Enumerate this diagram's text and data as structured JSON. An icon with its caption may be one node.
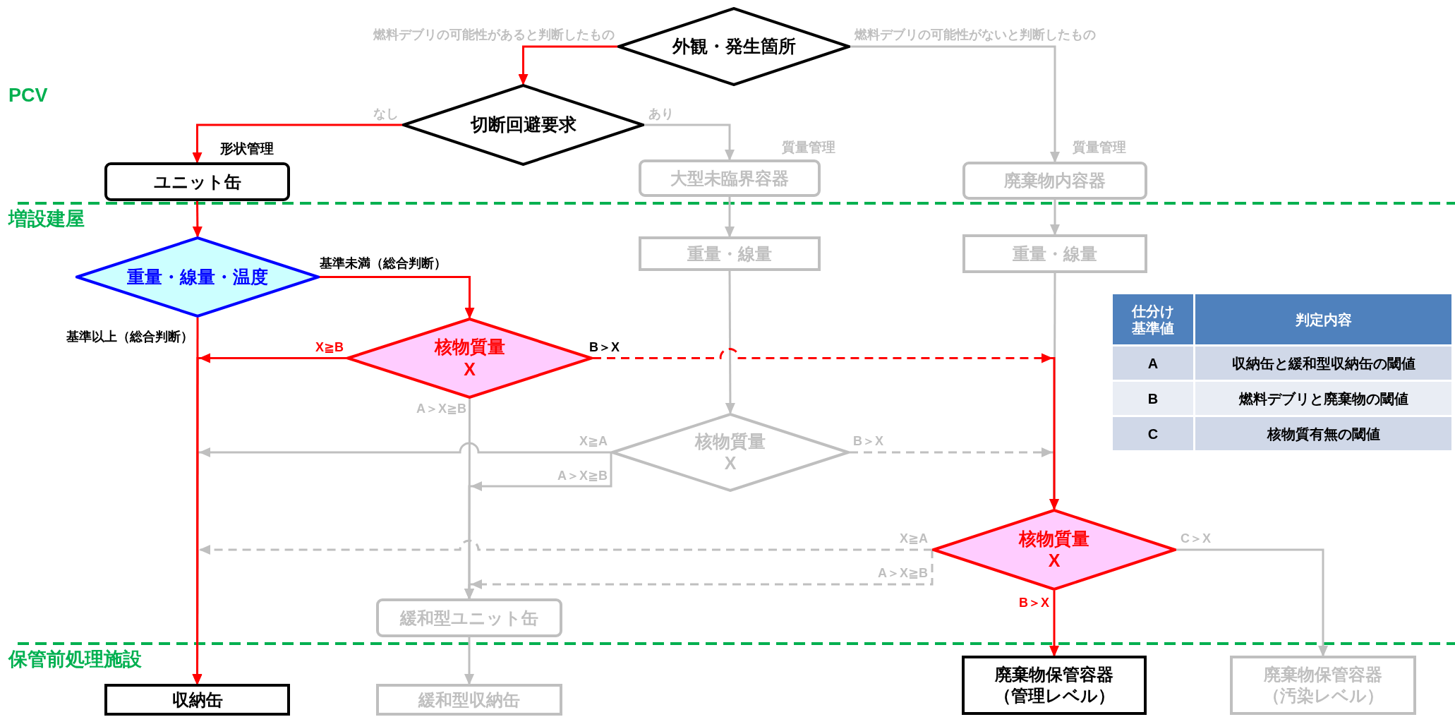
{
  "diagram": {
    "nodes": [
      {
        "text": [
          "外観・発生箇所"
        ]
      },
      {
        "text": [
          "切断回避要求"
        ]
      },
      {
        "text": [
          "ユニット缶"
        ],
        "beside": [
          "形状管理"
        ]
      },
      {
        "text": [
          "大型未臨界容器"
        ],
        "beside": [
          "質量管理"
        ]
      },
      {
        "text": [
          "廃棄物内容器"
        ],
        "beside": [
          "質量管理"
        ]
      },
      {
        "text": [
          "重量・線量・温度"
        ]
      },
      {
        "text": [
          "重量・線量"
        ]
      },
      {
        "text": [
          "重量・線量"
        ]
      },
      {
        "text": [
          "核物質量",
          "X"
        ]
      },
      {
        "text": [
          "核物質量",
          "X"
        ]
      },
      {
        "text": [
          "核物質量",
          "X"
        ]
      },
      {
        "text": [
          "緩和型ユニット缶"
        ]
      },
      {
        "text": [
          "収納缶"
        ]
      },
      {
        "text": [
          "緩和型収納缶"
        ]
      },
      {
        "text": [
          "廃棄物保管容器",
          "（管理レベル）"
        ]
      },
      {
        "text": [
          "廃棄物保管容器",
          "（汚染レベル）"
        ]
      }
    ],
    "edges": [
      {
        "from": 0,
        "to": 1,
        "arrow": "to",
        "label": "燃料デブリの可能性があると判断したもの",
        "color": "#ff0000"
      },
      {
        "from": 0,
        "to": 4,
        "arrow": "to",
        "label": "燃料デブリの可能性がないと判断したもの"
      },
      {
        "from": 1,
        "to": 2,
        "arrow": "to",
        "label": "なし",
        "color": "#ff0000"
      },
      {
        "from": 1,
        "to": 3,
        "arrow": "to",
        "label": "あり"
      },
      {
        "from": 2,
        "to": 5,
        "arrow": "to",
        "color": "#ff0000"
      },
      {
        "from": 3,
        "to": 6,
        "arrow": "to"
      },
      {
        "from": 4,
        "to": 7,
        "arrow": "to"
      },
      {
        "from": 5,
        "to": 8,
        "arrow": "to",
        "label": "基準未満（総合判断）",
        "color": "#ff0000"
      },
      {
        "from": 5,
        "to": 12,
        "arrow": "to",
        "label": "基準以上（総合判断）",
        "color": "#ff0000"
      },
      {
        "from": 8,
        "to": 12,
        "arrow": "to",
        "label": "X≧B",
        "color": "#ff0000"
      },
      {
        "from": 8,
        "to": 10,
        "arrow": "to",
        "label": "B＞X",
        "style": "dashed",
        "color": "#ff0000"
      },
      {
        "from": 8,
        "to": 11,
        "arrow": "to",
        "label": "A＞X≧B"
      },
      {
        "from": 6,
        "to": 9,
        "arrow": "to"
      },
      {
        "from": 9,
        "to": 12,
        "arrow": "to",
        "label": "X≧A"
      },
      {
        "from": 9,
        "to": 11,
        "arrow": "to",
        "label": "A＞X≧B"
      },
      {
        "from": 9,
        "to": 10,
        "arrow": "to",
        "label": "B＞X",
        "style": "dashed"
      },
      {
        "from": 7,
        "to": 10,
        "arrow": "to"
      },
      {
        "from": 10,
        "to": 12,
        "arrow": "to",
        "label": "X≧A",
        "style": "dashed"
      },
      {
        "from": 10,
        "to": 11,
        "arrow": "to",
        "label": "A＞X≧B",
        "style": "dashed"
      },
      {
        "from": 10,
        "to": 14,
        "arrow": "to",
        "label": "B＞X",
        "color": "#ff0000"
      },
      {
        "from": 10,
        "to": 15,
        "arrow": "to",
        "label": "C＞X"
      },
      {
        "from": 11,
        "to": 13,
        "arrow": "to"
      }
    ],
    "labels": [
      "PCV",
      "増設建屋",
      "保管前処理施設",
      "仕分け基準値",
      "判定内容",
      "A",
      "収納缶と緩和型収納缶の閾値",
      "B",
      "燃料デブリと廃棄物の閾値",
      "C",
      "核物質有無の閾値"
    ]
  }
}
